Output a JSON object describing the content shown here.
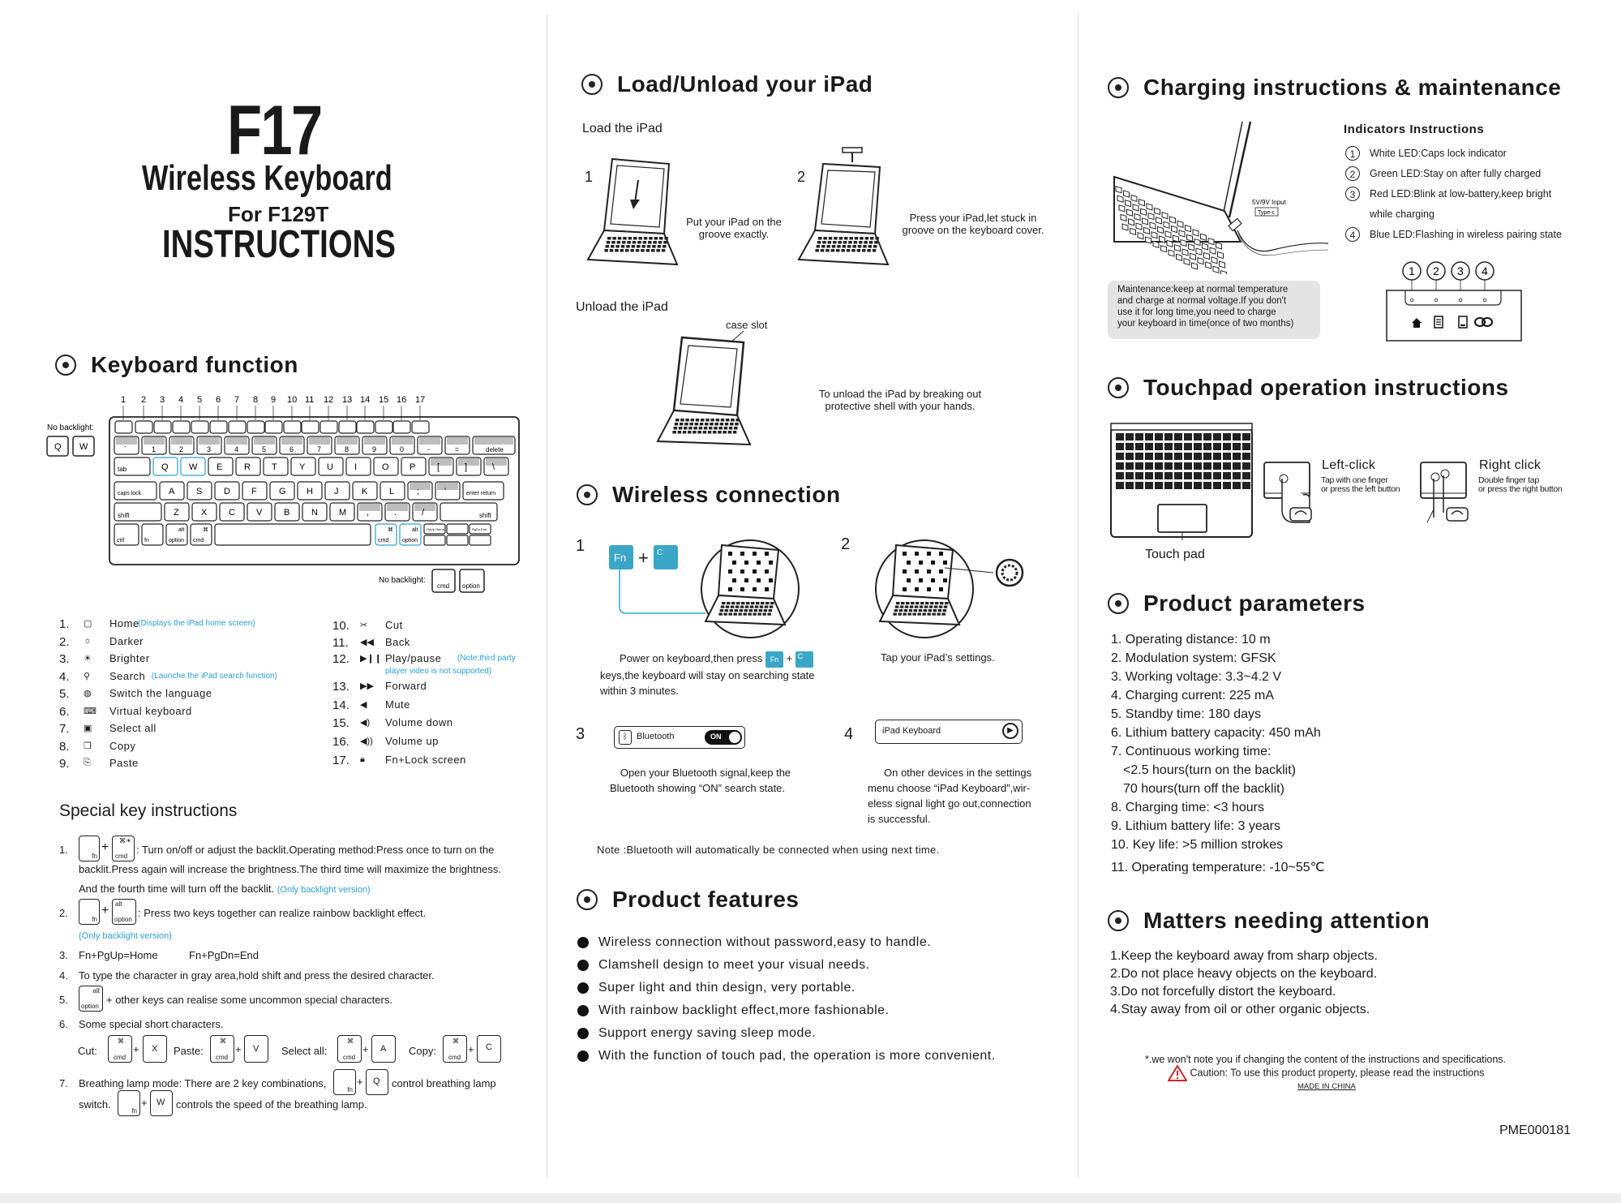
{
  "doc": {
    "model": "F17",
    "product": "Wireless Keyboard",
    "for_model": "For F129T",
    "instructions": "INSTRUCTIONS"
  },
  "keyboard_function": {
    "title": "Keyboard function",
    "no_backlight": "No backlight:",
    "no_backlight_keys": [
      "Q",
      "W"
    ],
    "no_backlight2": "No backlight:",
    "no_backlight2_keys": [
      "cmd",
      "option"
    ],
    "top_numbers": [
      "1",
      "2",
      "3",
      "4",
      "5",
      "6",
      "7",
      "8",
      "9",
      "10",
      "11",
      "12",
      "13",
      "14",
      "15",
      "16",
      "17"
    ],
    "keys": {
      "row1": [
        "`",
        "1",
        "2",
        "3",
        "4",
        "5",
        "6",
        "7",
        "8",
        "9",
        "0",
        "-",
        "=",
        "delete"
      ],
      "row1_top": [
        "~",
        "!",
        "@",
        "#",
        "$",
        "%",
        "^",
        "&",
        "*",
        "(",
        ")",
        "_",
        "+"
      ],
      "row2": [
        "tab",
        "Q",
        "W",
        "E",
        "R",
        "T",
        "Y",
        "U",
        "I",
        "O",
        "P",
        "[",
        "]",
        "\\"
      ],
      "row3": [
        "caps lock",
        "A",
        "S",
        "D",
        "F",
        "G",
        "H",
        "J",
        "K",
        "L",
        ";",
        "'",
        "enter return"
      ],
      "row4": [
        "shift",
        "Z",
        "X",
        "C",
        "V",
        "B",
        "N",
        "M",
        ",",
        ".",
        "/",
        "shift"
      ],
      "row5": [
        "ctrl",
        "fn",
        "option",
        "cmd",
        "cmd",
        "option"
      ],
      "row5_top": [
        "alt",
        "⌘",
        "⌘",
        "alt"
      ],
      "pgup": "PgUp Home",
      "pgdn": "PgDn End"
    },
    "functions_left": [
      {
        "num": "1.",
        "label": "Home",
        "note": "(Displays the iPad home screen)",
        "icon": "square-icon"
      },
      {
        "num": "2.",
        "label": "Darker",
        "note": "",
        "icon": "sun-small-icon"
      },
      {
        "num": "3.",
        "label": "Brighter",
        "note": "",
        "icon": "sun-large-icon"
      },
      {
        "num": "4.",
        "label": "Search",
        "note": "(Launche the iPad search function)",
        "icon": "search-icon"
      },
      {
        "num": "5.",
        "label": "Switch the language",
        "note": "",
        "icon": "globe-icon"
      },
      {
        "num": "6.",
        "label": "Virtual keyboard",
        "note": "",
        "icon": "keyboard-icon"
      },
      {
        "num": "7.",
        "label": "Select all",
        "note": "",
        "icon": "select-all-icon"
      },
      {
        "num": "8.",
        "label": "Copy",
        "note": "",
        "icon": "copy-icon"
      },
      {
        "num": "9.",
        "label": "Paste",
        "note": "",
        "icon": "paste-icon"
      }
    ],
    "functions_right": [
      {
        "num": "10.",
        "label": "Cut",
        "note": "",
        "icon": "cut-icon"
      },
      {
        "num": "11.",
        "label": "Back",
        "note": "",
        "icon": "rewind-icon"
      },
      {
        "num": "12.",
        "label": "Play/pause",
        "note": "(Note:third party",
        "note2": "player video is not supported)",
        "icon": "play-pause-icon"
      },
      {
        "num": "13.",
        "label": "Forward",
        "note": "",
        "icon": "forward-icon"
      },
      {
        "num": "14.",
        "label": "Mute",
        "note": "",
        "icon": "mute-icon"
      },
      {
        "num": "15.",
        "label": "Volume down",
        "note": "",
        "icon": "volume-down-icon"
      },
      {
        "num": "16.",
        "label": "Volume up",
        "note": "",
        "icon": "volume-up-icon"
      },
      {
        "num": "17.",
        "label": "Fn+Lock screen",
        "note": "",
        "icon": "lock-icon"
      }
    ]
  },
  "special": {
    "title": "Special key instructions",
    "item1_a": ": Turn on/off or adjust the backlit.Operating method:Press once to turn on the",
    "item1_b": "backlit.Press again will increase the brightness.The third time will maximize the brightness.",
    "item1_c": "And the fourth time will turn off the backlit.",
    "item1_note": "(Only backlight version)",
    "item2_a": ": Press two keys together can realize rainbow backlight effect.",
    "item2_note": "(Only backlight version)",
    "item3_a": "Fn+PgUp=Home",
    "item3_b": "Fn+PgDn=End",
    "item4": "To type the character in gray area,hold shift and press the desired character.",
    "item5": "+ other keys can realise some uncommon special characters.",
    "item6": "Some special short characters.",
    "cut": "Cut:",
    "paste": "Paste:",
    "select_all": "Select all:",
    "copy": "Copy:",
    "item7_a": "Breathing lamp mode: There are 2 key combinations,",
    "item7_b": "control breathing lamp",
    "item7_c": "switch.",
    "item7_d": "controls the speed of the breathing lamp.",
    "nums": [
      "1.",
      "2.",
      "3.",
      "4.",
      "5.",
      "6.",
      "7."
    ],
    "key_fn": "fn",
    "key_cmd": "cmd",
    "key_option": "option",
    "key_alt": "alt",
    "key_x": "X",
    "key_v": "V",
    "key_a": "A",
    "key_c": "C",
    "key_q": "Q",
    "key_w": "W",
    "plus": "+"
  },
  "load": {
    "title": "Load/Unload your iPad",
    "load_label": "Load the iPad",
    "step1": "1",
    "step1_text_a": "Put your iPad on the",
    "step1_text_b": "groove exactly.",
    "step2": "2",
    "step2_text_a": "Press your iPad,let stuck in",
    "step2_text_b": "groove on the keyboard cover.",
    "unload_label": "Unload the iPad",
    "case_slot": "case slot",
    "unload_text_a": "To unload the iPad by breaking out",
    "unload_text_b": "protective shell with your hands."
  },
  "wireless": {
    "title": "Wireless connection",
    "s1": "1",
    "s2": "2",
    "s3": "3",
    "s4": "4",
    "fn": "Fn",
    "c": "C",
    "plus": "+",
    "s1_text_a": "Power on keyboard,then press",
    "s1_text_b": "keys,the keyboard will stay on searching state",
    "s1_text_c": "within 3 minutes.",
    "s2_text": "Tap your iPad’s settings.",
    "bluetooth": "Bluetooth",
    "on": "ON",
    "ipad_keyboard": "iPad Keyboard",
    "s3_text_a": "Open your Bluetooth signal,keep the",
    "s3_text_b": "Bluetooth showing “ON” search state.",
    "s4_text_a": "On other devices in the settings",
    "s4_text_b": "menu choose “iPad Keyboard”,wir-",
    "s4_text_c": "eless signal light go out,connection",
    "s4_text_d": "is successful.",
    "note": "Note :Bluetooth will automatically be connected when using next time."
  },
  "features": {
    "title": "Product features",
    "items": [
      "Wireless connection without password,easy to handle.",
      "Clamshell design to meet your visual needs.",
      "Super light and thin design, very portable.",
      "With rainbow backlight effect,more fashionable.",
      "Support energy saving sleep mode.",
      "With the function of touch pad, the operation is more convenient."
    ]
  },
  "charging": {
    "title": "Charging instructions & maintenance",
    "input_label": "5V/9V Input",
    "type_c": "Type-c",
    "maintenance": [
      "Maintenance:keep at normal temperature",
      "and charge at normal voltage.If you don't",
      "use it for long time,you need to charge",
      "your keyboard in time(once of two months)"
    ],
    "indicators_title": "Indicators Instructions",
    "indicators": [
      {
        "n": "1",
        "text": "White LED:Caps lock indicator"
      },
      {
        "n": "2",
        "text": "Green LED:Stay on after fully charged"
      },
      {
        "n": "3",
        "text": "Red LED:Blink at low-battery,keep bright"
      },
      {
        "n": "",
        "text": "while charging"
      },
      {
        "n": "4",
        "text": "Blue LED:Flashing in wireless pairing state"
      }
    ],
    "led_numbers": [
      "1",
      "2",
      "3",
      "4"
    ]
  },
  "touchpad": {
    "title": "Touchpad operation instructions",
    "touch_pad": "Touch pad",
    "left_title": "Left-click",
    "left_a": "Tap with one finger",
    "left_b": "or press the left button",
    "right_title": "Right click",
    "right_a": "Double finger tap",
    "right_b": "or press the right button"
  },
  "params": {
    "title": "Product parameters",
    "items": [
      "1. Operating distance: 10 m",
      "2. Modulation system: GFSK",
      "3. Working voltage: 3.3~4.2 V",
      "4. Charging current: 225 mA",
      "5. Standby time: 180 days",
      "6. Lithium battery capacity: 450 mAh",
      "7. Continuous working time:",
      "<2.5 hours(turn on the backlit)",
      "70 hours(turn off the backlit)",
      "8. Charging time: <3 hours",
      "9. Lithium battery life: 3 years",
      "10. Key life: >5 million strokes",
      "11. Operating temperature: -10~55℃"
    ]
  },
  "attention": {
    "title": "Matters needing attention",
    "items": [
      "1.Keep the keyboard away from sharp objects.",
      "2.Do not place heavy objects on the keyboard.",
      "3.Do not forcefully distort the keyboard.",
      "4.Stay away from oil or other organic objects."
    ],
    "note1": "*.we won't note you if changing the content of the instructions and specifications.",
    "note2": "Caution: To use this product property, please read the instructions",
    "made_in": "MADE IN CHINA",
    "code": "PME000181"
  },
  "colors": {
    "accent": "#2a9fd6",
    "fn_key": "#3aa6c8",
    "text": "#1a1a1a",
    "maintenance_bg": "#e4e4e4"
  }
}
